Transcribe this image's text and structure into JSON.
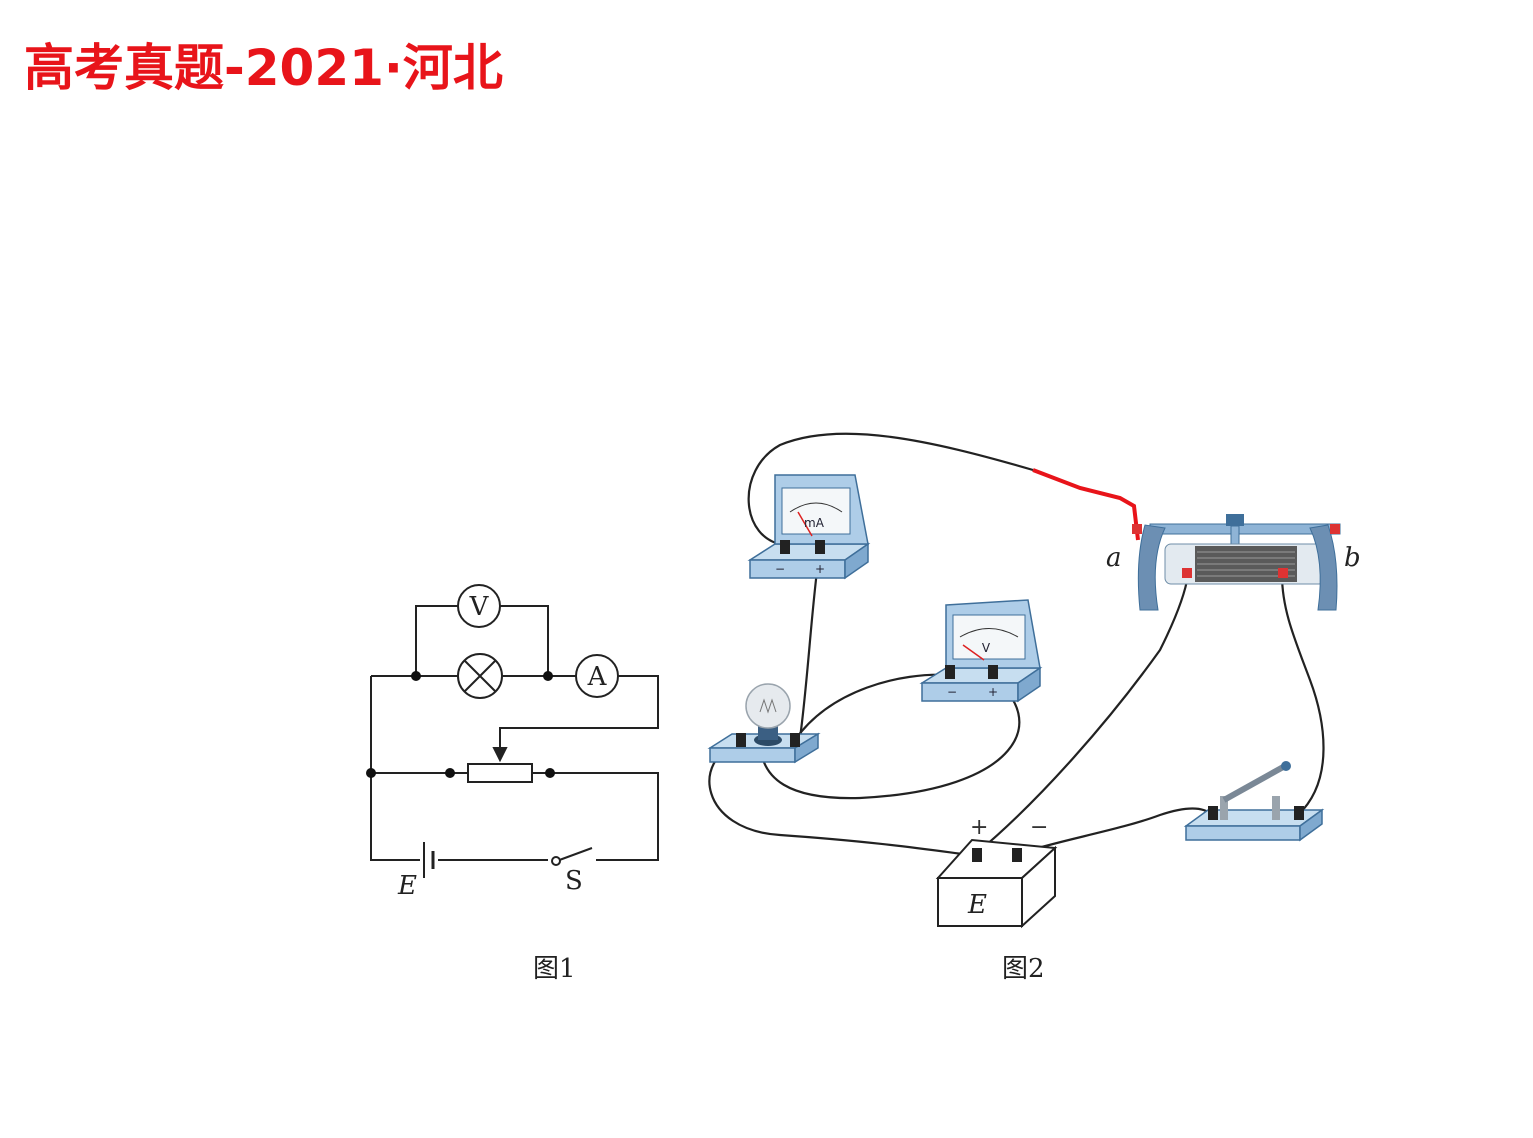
{
  "title": "高考真题-2021·河北",
  "colors": {
    "title": "#e8141a",
    "annotation": "#e8141a",
    "instrument_body": "#aecde8",
    "instrument_dark": "#3f6f9a",
    "wire": "#222222"
  },
  "figure1": {
    "caption": "图1",
    "voltmeter": "V",
    "ammeter": "A",
    "battery": "E",
    "switch": "S"
  },
  "figure2": {
    "caption": "图2",
    "milliammeter_unit": "mA",
    "voltmeter_unit": "V",
    "meter_minus": "−",
    "meter_plus": "+",
    "rheostat_end_a": "a",
    "rheostat_end_b": "b",
    "battery": "E",
    "battery_plus": "+",
    "battery_minus": "−"
  }
}
